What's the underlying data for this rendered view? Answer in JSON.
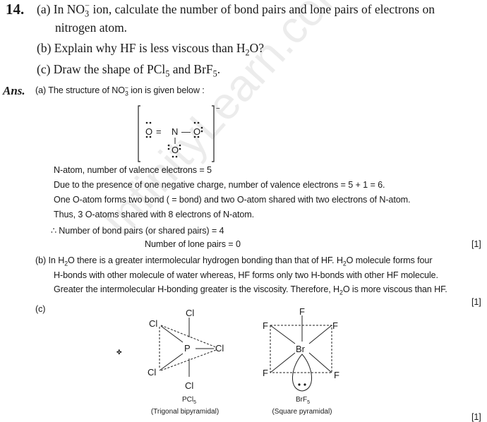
{
  "watermark": "InfinityLearn.com",
  "question": {
    "number": "14.",
    "a_pre": "(a) In NO",
    "a_sub": "3",
    "a_sup": "−",
    "a_post": " ion, calculate the number of bond pairs and lone pairs of electrons on",
    "a_line2": "nitrogen atom.",
    "b_pre": "(b) Explain why HF is less viscous than H",
    "b_sub": "2",
    "b_post": "O?",
    "c_pre": "(c) Draw the shape of PCl",
    "c_sub1": "5",
    "c_mid": " and BrF",
    "c_sub2": "5",
    "c_post": "."
  },
  "answer": {
    "label": "Ans.",
    "a_pre": "(a)  The structure of NO",
    "a_sub": "3",
    "a_sup": "−",
    "a_post": " ion is given below :",
    "structure": {
      "o_left": "O",
      "eq": "=",
      "n": "N",
      "bond": "—",
      "o_right": "O",
      "o_bottom": "O",
      "charge": "−"
    },
    "lines": [
      "N-atom, number of valence electrons = 5",
      "Due to the presence of one negative charge, number of valence electrons = 5 + 1 = 6.",
      "One O-atom forms two bond ( = bond) and two O-atom shared with two electrons of N-atom.",
      "Thus, 3 O-atoms shared with 8 electrons of N-atom.",
      "∴ Number of bond pairs (or shared pairs) = 4",
      "Number of lone pairs = 0"
    ],
    "mark": "[1]",
    "b_line1_a": "(b)  In H",
    "b_line1_b": "O there is a greater intermolecular hydrogen bonding than that of HF. H",
    "b_line1_c": "O molecule forms four",
    "b_sub": "2",
    "b_line2": "H-bonds with other molecule of water whereas, HF forms only two H-bonds with other HF molecule.",
    "b_line3_a": "Greater the intermolecular H-bonding greater is the viscosity. Therefore, H",
    "b_line3_b": "O is more viscous than HF.",
    "c_label": "(c)",
    "pcl5": {
      "center": "P",
      "ligand": "Cl",
      "name": "PCl",
      "name_sub": "5",
      "shape": "(Trigonal bipyramidal)"
    },
    "brf5": {
      "center": "Br",
      "ligand": "F",
      "name": "BrF",
      "name_sub": "5",
      "shape": "(Square pyramidal)"
    }
  }
}
